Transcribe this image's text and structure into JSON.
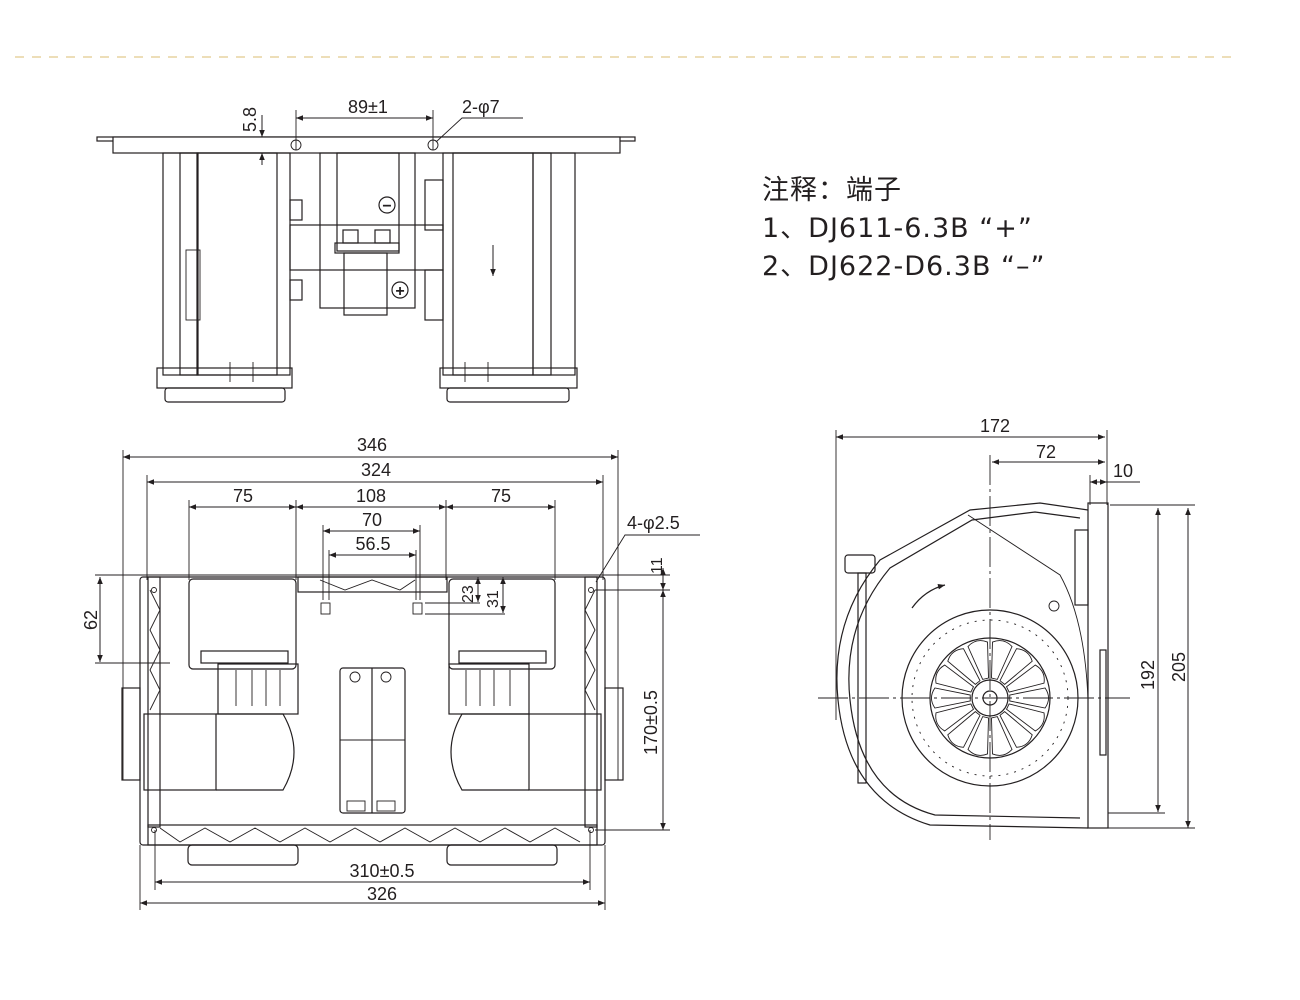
{
  "border": {
    "color": "#e2c98e"
  },
  "notes": {
    "title": "注释：端子",
    "items": [
      "1、DJ611-6.3B “+”",
      "2、DJ622-D6.3B “–”"
    ]
  },
  "top_view": {
    "dim_hole_spacing": "89±1",
    "dim_plate_thickness": "5.8",
    "dim_holes": "2-φ7",
    "terminal_minus": "−",
    "terminal_plus": "+"
  },
  "front_view": {
    "dim_overall": "346",
    "dim_body": "324",
    "dim_left_outlet": "75",
    "dim_center": "108",
    "dim_right_outlet": "75",
    "dim_70": "70",
    "dim_56_5": "56.5",
    "dim_62": "62",
    "dim_23": "23",
    "dim_31": "31",
    "dim_11": "11",
    "dim_mount_holes": "4-φ2.5",
    "dim_height": "170±0.5",
    "dim_hole_pitch": "310±0.5",
    "dim_base": "326"
  },
  "side_view": {
    "dim_depth": "172",
    "dim_axis_offset": "72",
    "dim_flange": "10",
    "dim_192": "192",
    "dim_205": "205"
  }
}
